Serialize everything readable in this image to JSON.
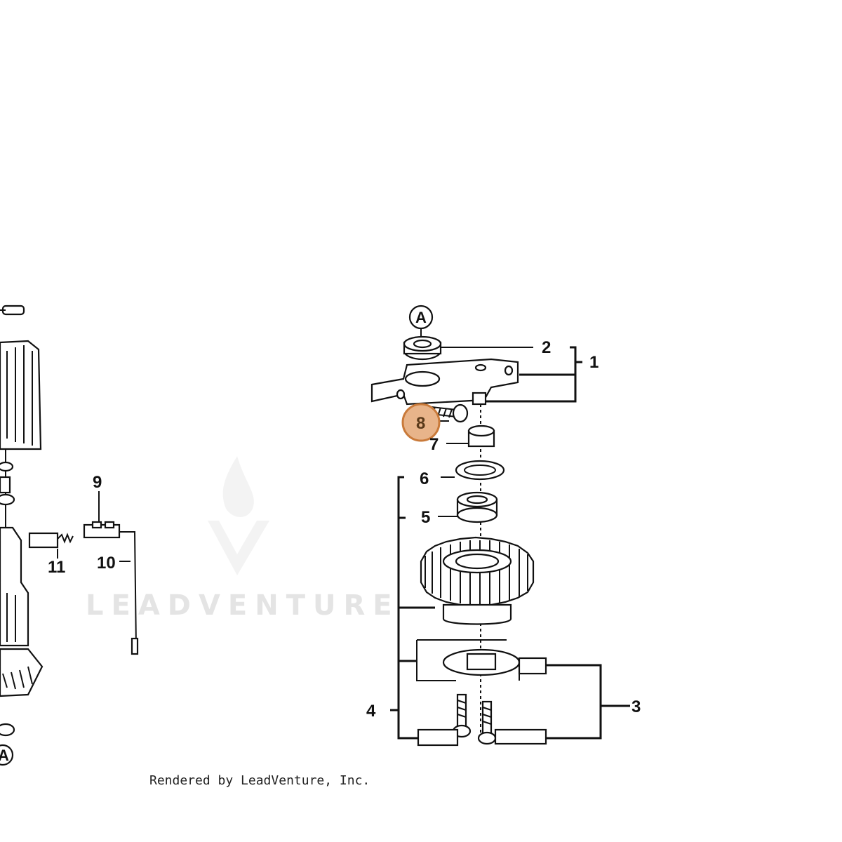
{
  "callouts": {
    "c1": "1",
    "c2": "2",
    "c3": "3",
    "c4": "4",
    "c5": "5",
    "c6": "6",
    "c7": "7",
    "c8": "8",
    "c9": "9",
    "c10": "10",
    "c11": "11",
    "refA_top": "A",
    "refA_bottom": "A"
  },
  "highlight": {
    "callout": "8",
    "color": "#e8b48a",
    "stroke": "#c97a3a"
  },
  "watermark": {
    "text": "LEADVENTURE"
  },
  "credit": {
    "text": "Rendered by LeadVenture, Inc."
  }
}
